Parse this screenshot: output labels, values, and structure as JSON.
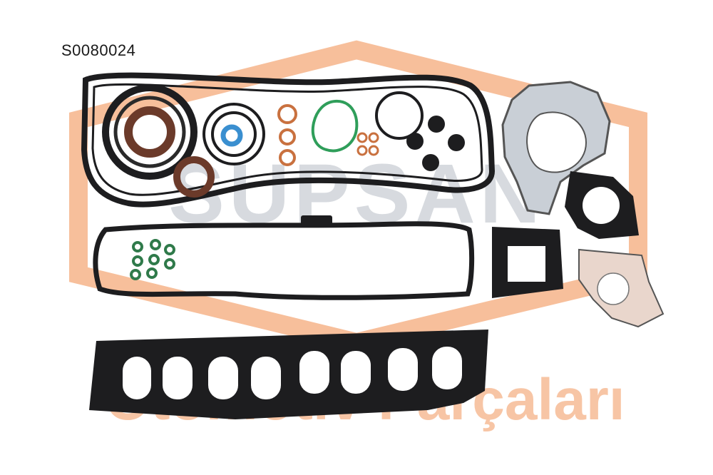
{
  "product": {
    "part_code": "S0080024"
  },
  "watermark": {
    "brand": "SUPSAN",
    "tagline": "Otomotiv Parçaları"
  },
  "colors": {
    "watermark_orange": "#f6b48a",
    "watermark_gray": "#c8cdd3",
    "gasket_black": "#1d1d1f",
    "seal_brown": "#6b3a2a",
    "seal_copper": "#c9713f",
    "seal_green": "#2f9e5a",
    "seal_blue": "#3a8fd0",
    "fiber_gasket": "#e9d6cc",
    "metal_gasket": "#c9cfd6"
  }
}
